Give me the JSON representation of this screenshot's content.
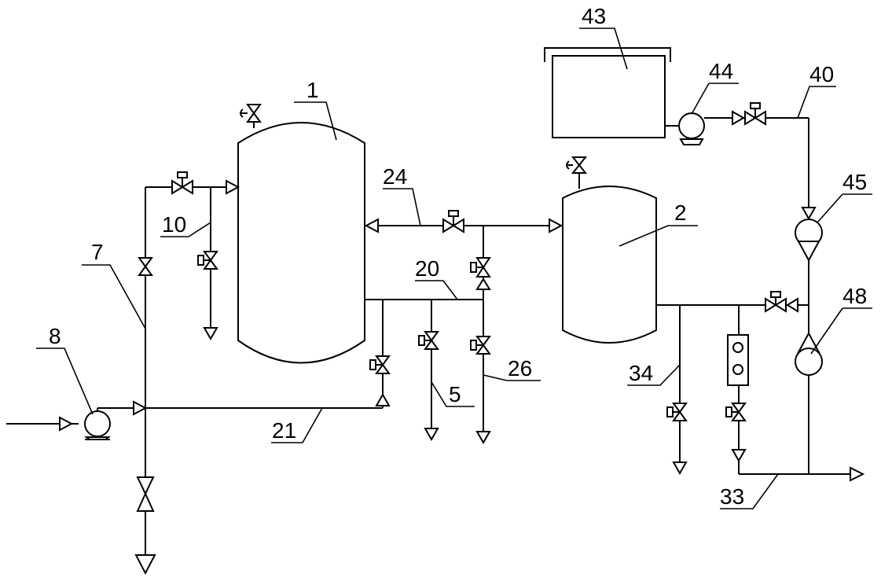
{
  "labels": {
    "tank_1": "1",
    "tank_2": "2",
    "pipe_5": "5",
    "pipe_7": "7",
    "pump_8": "8",
    "pipe_10": "10",
    "pipe_20": "20",
    "pipe_21": "21",
    "pipe_24": "24",
    "pipe_26": "26",
    "pipe_33": "33",
    "pipe_34": "34",
    "pipe_40": "40",
    "box_43": "43",
    "pump_44": "44",
    "pump_45": "45",
    "pump_48": "48"
  }
}
